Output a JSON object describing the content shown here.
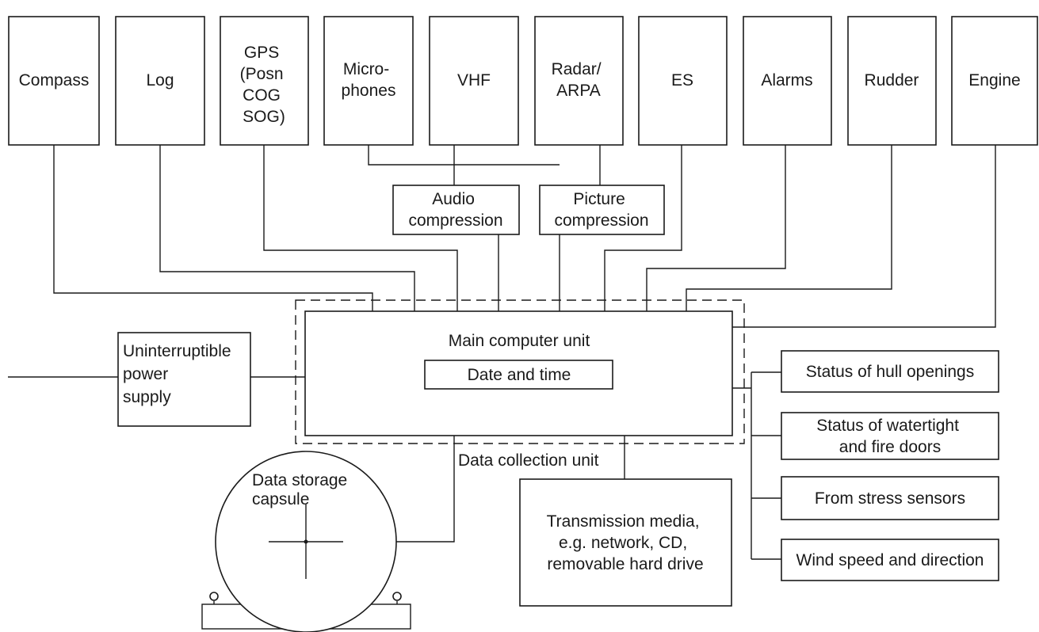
{
  "sensors": {
    "compass": [
      "Compass"
    ],
    "log": [
      "Log"
    ],
    "gps": [
      "GPS",
      "(Posn",
      "COG",
      "SOG)"
    ],
    "microphones": [
      "Micro-",
      "phones"
    ],
    "vhf": [
      "VHF"
    ],
    "radar": [
      "Radar/",
      "ARPA"
    ],
    "es": [
      "ES"
    ],
    "alarms": [
      "Alarms"
    ],
    "rudder": [
      "Rudder"
    ],
    "engine": [
      "Engine"
    ]
  },
  "compression": {
    "audio": [
      "Audio",
      "compression"
    ],
    "picture": [
      "Picture",
      "compression"
    ]
  },
  "core": {
    "main_unit": "Main computer unit",
    "date_time": "Date and time",
    "collection_unit": "Data collection unit"
  },
  "power": {
    "ups": [
      "Uninterruptible",
      "power",
      "supply"
    ]
  },
  "storage": {
    "capsule": [
      "Data storage",
      "capsule"
    ]
  },
  "transmission": [
    "Transmission media,",
    "e.g. network, CD,",
    "removable hard drive"
  ],
  "status_inputs": {
    "hull": [
      "Status of hull openings"
    ],
    "doors": [
      "Status of watertight",
      "and fire doors"
    ],
    "stress": [
      "From stress sensors"
    ],
    "wind": [
      "Wind speed and direction"
    ]
  }
}
